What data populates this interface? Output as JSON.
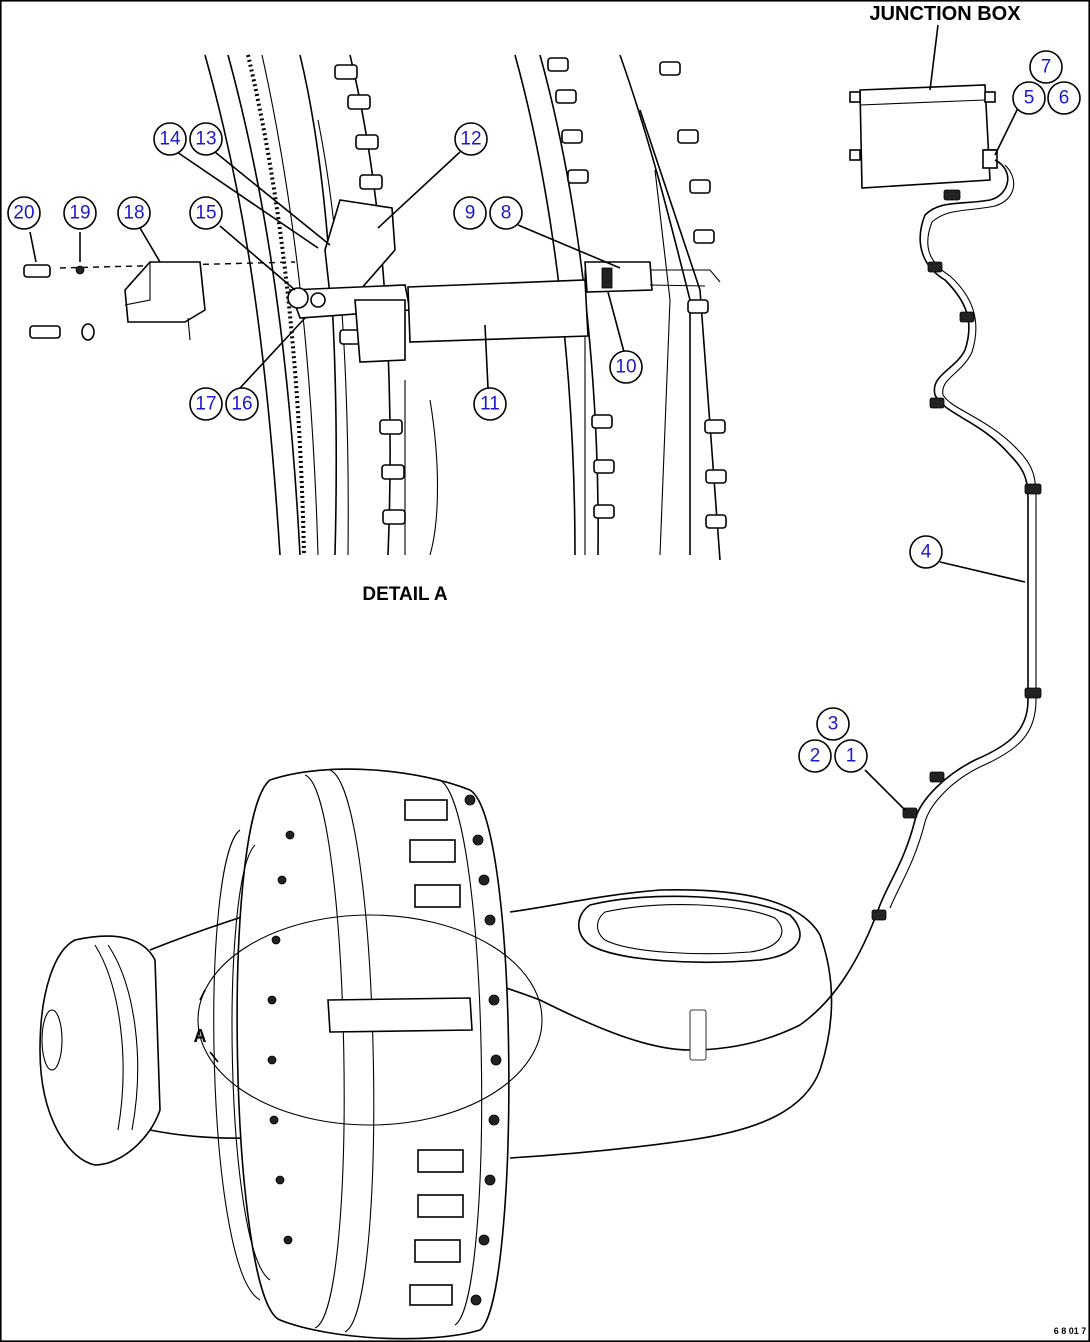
{
  "labels": {
    "junction_box": "JUNCTION BOX",
    "detail_a": "DETAIL A",
    "view_a": "A",
    "figure_code": "6 8 01 7"
  },
  "callouts": [
    "1",
    "2",
    "3",
    "4",
    "5",
    "6",
    "7",
    "8",
    "9",
    "10",
    "11",
    "12",
    "13",
    "14",
    "15",
    "16",
    "17",
    "18",
    "19",
    "20"
  ],
  "colors": {
    "callout_text": "#1a1acc",
    "line": "#000000",
    "background": "#ffffff"
  }
}
